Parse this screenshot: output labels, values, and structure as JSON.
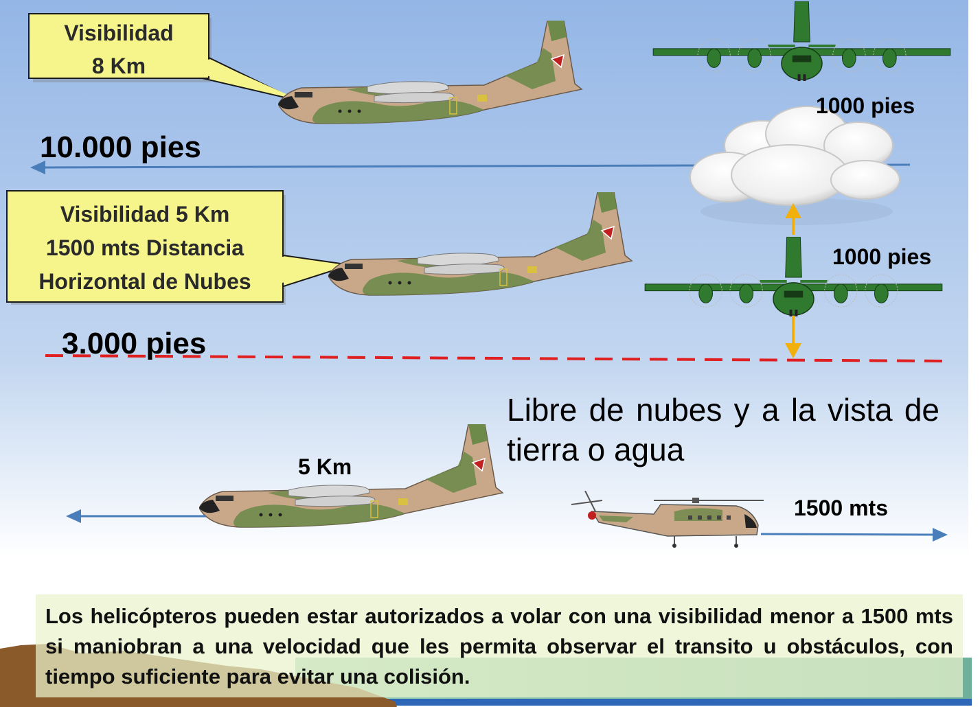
{
  "callouts": {
    "top": {
      "line1": "Visibilidad",
      "line2": "8 Km"
    },
    "middle": {
      "line1": "Visibilidad 5 Km",
      "line2": "1500 mts Distancia",
      "line3": "Horizontal  de Nubes"
    }
  },
  "altitudes": {
    "high": "10.000 pies",
    "low": "3.000 pies"
  },
  "cloud_separation": {
    "above": "1000 pies",
    "below": "1000 pies"
  },
  "distances": {
    "airplane": "5 Km",
    "helicopter": "1500 mts"
  },
  "clear_text": "Libre de nubes y a la vista de tierra o agua",
  "note": "Los helicópteros pueden estar autorizados a volar con una visibilidad menor a 1500 mts si maniobran a una velocidad que les permita observar el transito u obstáculos, con tiempo suficiente para evitar una colisión.",
  "colors": {
    "sky_top": "#94b6e6",
    "sky_bottom": "#ffffff",
    "callout_fill": "#f5f58c",
    "arrow_blue": "#4a7ebb",
    "dash_red": "#e02020",
    "arrow_orange": "#f2b00c",
    "plane_tan": "#c9a88a",
    "plane_green": "#6e8a4a",
    "plane_dark_green": "#2f7a2f",
    "note_fill": "#eaf2cc",
    "ground_brown": "#8a5a2a",
    "water_green": "#7fbf9f"
  }
}
